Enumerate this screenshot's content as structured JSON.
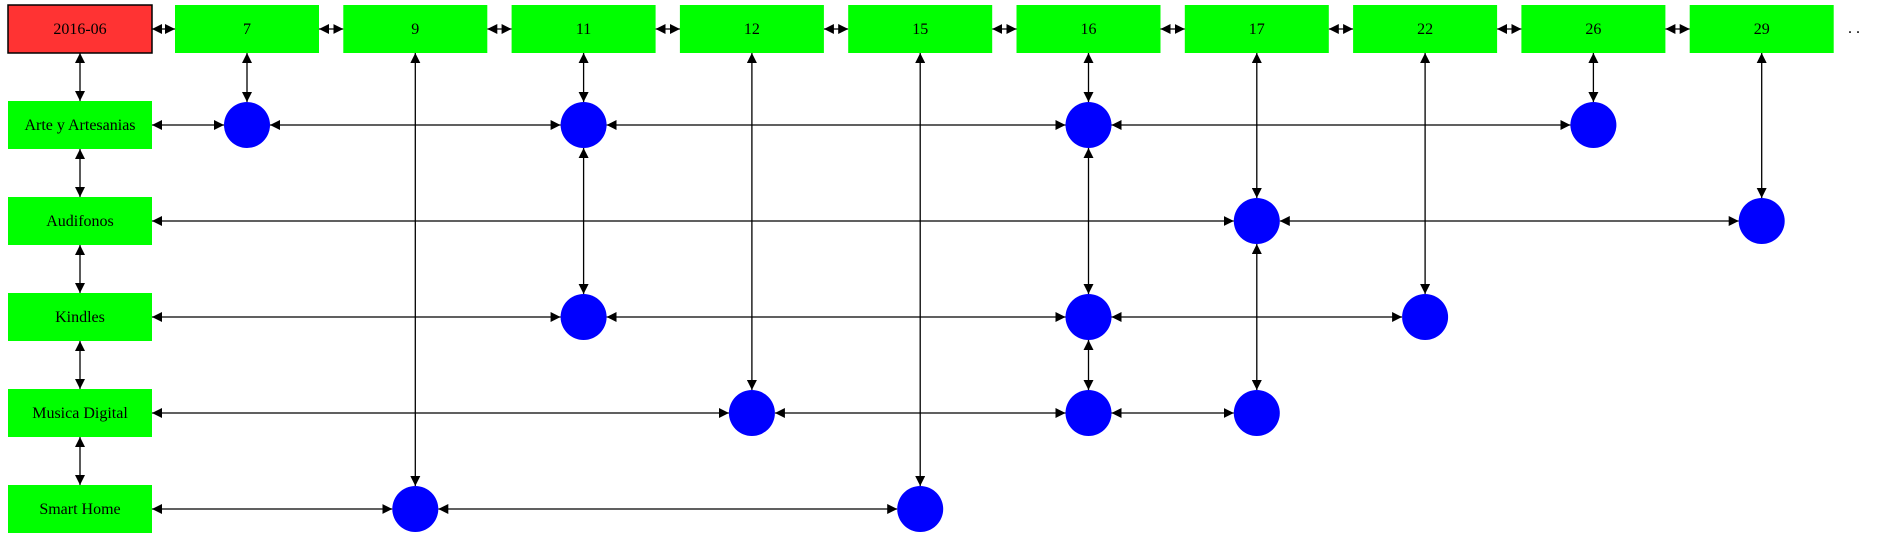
{
  "header": {
    "root_label": "2016-06",
    "columns": [
      "7",
      "9",
      "11",
      "12",
      "15",
      "16",
      "17",
      "22",
      "26",
      "29"
    ],
    "trailing_mark": ". ."
  },
  "categories": [
    "Arte y Artesanias",
    "Audifonos",
    "Kindles",
    "Musica Digital",
    "Smart Home"
  ],
  "colors": {
    "root_fill": "#ff3333",
    "box_fill": "#00ff00",
    "dot_fill": "#0000ff",
    "edge": "#000000"
  },
  "dots": [
    {
      "row": "Arte y Artesanias",
      "col": "7"
    },
    {
      "row": "Arte y Artesanias",
      "col": "11"
    },
    {
      "row": "Arte y Artesanias",
      "col": "16"
    },
    {
      "row": "Arte y Artesanias",
      "col": "26"
    },
    {
      "row": "Audifonos",
      "col": "17"
    },
    {
      "row": "Audifonos",
      "col": "29"
    },
    {
      "row": "Kindles",
      "col": "11"
    },
    {
      "row": "Kindles",
      "col": "16"
    },
    {
      "row": "Kindles",
      "col": "22"
    },
    {
      "row": "Musica Digital",
      "col": "12"
    },
    {
      "row": "Musica Digital",
      "col": "16"
    },
    {
      "row": "Musica Digital",
      "col": "17"
    },
    {
      "row": "Smart Home",
      "col": "9"
    },
    {
      "row": "Smart Home",
      "col": "15"
    }
  ]
}
